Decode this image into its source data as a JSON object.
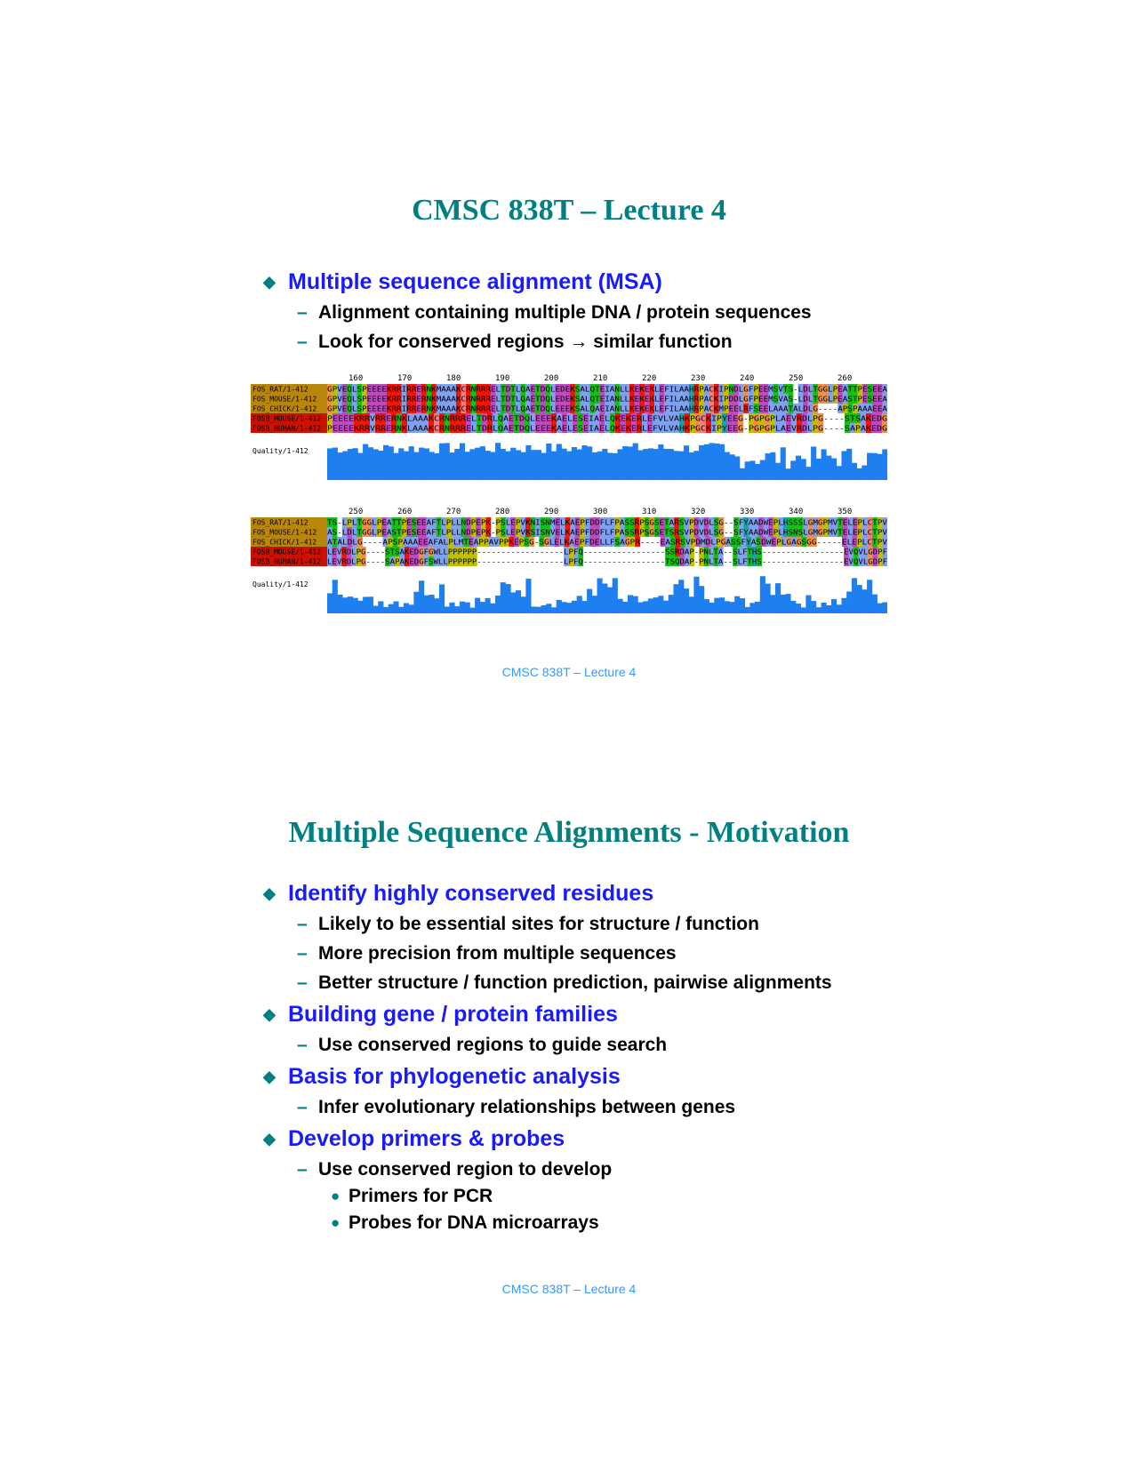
{
  "slides": [
    {
      "title": "CMSC 838T – Lecture 4",
      "bullets": [
        {
          "text": "Multiple sequence alignment (MSA)",
          "subs": [
            {
              "text": "Alignment containing multiple DNA / protein sequences"
            },
            {
              "text": "Look for conserved regions → similar function"
            }
          ]
        }
      ],
      "footer": "CMSC 838T – Lecture 4"
    },
    {
      "title": "Multiple Sequence Alignments - Motivation",
      "bullets": [
        {
          "text": "Identify highly conserved residues",
          "subs": [
            {
              "text": "Likely to be essential sites for structure / function"
            },
            {
              "text": "More precision from multiple sequences"
            },
            {
              "text": "Better structure / function prediction, pairwise alignments"
            }
          ]
        },
        {
          "text": "Building gene / protein families",
          "subs": [
            {
              "text": "Use conserved regions to guide search"
            }
          ]
        },
        {
          "text": "Basis for phylogenetic analysis",
          "subs": [
            {
              "text": "Infer evolutionary relationships between genes"
            }
          ]
        },
        {
          "text": "Develop primers & probes",
          "subs": [
            {
              "text": "Use conserved region to develop",
              "subs": [
                {
                  "text": "Primers for PCR"
                },
                {
                  "text": "Probes for DNA microarrays"
                }
              ]
            }
          ]
        }
      ],
      "footer": "CMSC 838T – Lecture 4"
    }
  ],
  "alignment": {
    "blocks": [
      {
        "ruler": [
          "160",
          "170",
          "180",
          "190",
          "200",
          "210",
          "220",
          "230",
          "240",
          "250",
          "260"
        ],
        "rows": [
          {
            "label": "FOS_RAT/1-412",
            "seq": "GPVEQLSPEEEEKRRIRRERNKMAAAKCRNRRRELTDTLQAETDQLEDEKSALQTEIANLLKEKEKLEFILAAHRPACKIPNDLGFPEEMSVTS-LDLTGGLPEATTPESEEA"
          },
          {
            "label": "FOS_MOUSE/1-412",
            "seq": "GPVEQLSPEEEEKRRIRRERNKMAAAKCRNRRRELTDTLQAETDQLEDEKSALQTEIANLLKEKEKLEFILAAHRPACKIPDDLGFPEEMSVAS-LDLTGGLPEASTPESEEA"
          },
          {
            "label": "FOS_CHICK/1-412",
            "seq": "GPVEQLSPEEEEKRRIRRERNKMAAAKCRNRRRELTDTLQAETDQLEEEKSALQAEIANLLKEKEKLEFILAAHRPACKMPEELRFSEELAAATALDLG----APSPAAAEEA"
          },
          {
            "label": "FOSB_MOUSE/1-412",
            "seq": "PEEEEKRRVRRERNKLAAAKCRNRRRELTDRLQAETDQLEEEKAELESEIAELQKEKERLEFVLVAHKPGCKIPYEEG-PGPGPLAEVRDLPG----STSAKEDG"
          },
          {
            "label": "FOSB_HUMAN/1-412",
            "seq": "PEEEEKRRVRRERNKLAAAKCRNRRRELTDRLQAETDQLEEEKAELESEIAELQKEKERLEFVLVAHKPGCKIPYEEG-PGPGPLAEVRDLPG----SAPAKEDG"
          }
        ],
        "quality_label": "Quality/1-412"
      },
      {
        "ruler": [
          "250",
          "260",
          "270",
          "280",
          "290",
          "300",
          "310",
          "320",
          "330",
          "340",
          "350"
        ],
        "rows": [
          {
            "label": "FOS_RAT/1-412",
            "seq": "TS-LPLTGGLPEATTPESEEAFTLPLLNDPEPK-PSLEPVKNISNMELKAEPFDDFLFPASSRPSGSETARSVPDVDLSG--SFYAADWEPLHSSSLGMGPMVTELEPLCTPV"
          },
          {
            "label": "FOS_MOUSE/1-412",
            "seq": "AS-LDLTGGLPEASTPESEEAFTLPLLNDPEPK-PSLEPVKSISNVELKAEPFDDFLFPASSRPSGSETSRSVPDVDLSG--SFYAADWEPLHSNSLGMGPMVTELEPLCTPV"
          },
          {
            "label": "FOS_CHICK/1-412",
            "seq": "ATALDLG----APSPAAAEEAFALPLMTEAPPAVPPKEPSG-SGLELKAEPFDELLFSAGPR----EASRSVPDMDLPGASSFYASDWEPLGAGSGG-----ELEPLCTPV"
          },
          {
            "label": "FOSB_MOUSE/1-412",
            "seq": "LEVRDLPG----STSAKEDGFGWLLPPPPPP------------------LPFQ-----------------SSRDAP-PNLTA--SLFTHS-----------------EVQVLGDPF"
          },
          {
            "label": "FOSB_HUMAN/1-412",
            "seq": "LEVRDLPG----SAPAKEDGFSWLLPPPPPP------------------LPFQ-----------------TSQDAP-PNLTA--SLFTHS-----------------EVQVLGDPF"
          }
        ],
        "quality_label": "Quality/1-412"
      }
    ]
  }
}
